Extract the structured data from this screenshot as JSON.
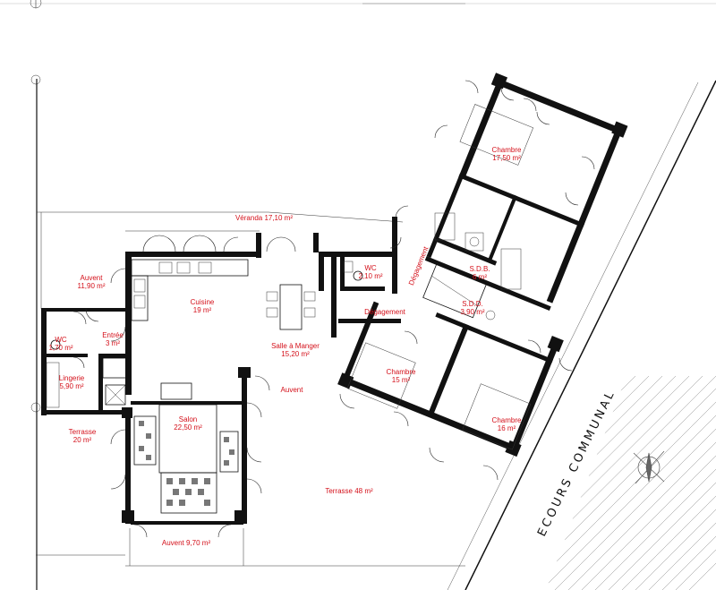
{
  "plan": {
    "rooms": [
      {
        "id": "veranda",
        "name": "Véranda 17,10 m²",
        "area": ""
      },
      {
        "id": "chambre-top",
        "name": "Chambre",
        "area": "17,50 m²"
      },
      {
        "id": "auvent-left",
        "name": "Auvent",
        "area": "11,90 m²"
      },
      {
        "id": "wc-1",
        "name": "WC",
        "area": "2,10 m²"
      },
      {
        "id": "degagement-1",
        "name": "Dégagement",
        "area": ""
      },
      {
        "id": "sdb",
        "name": "S.D.B.",
        "area": "6 m²"
      },
      {
        "id": "cuisine",
        "name": "Cuisine",
        "area": "19 m²"
      },
      {
        "id": "entree",
        "name": "Entrée",
        "area": "3 m²"
      },
      {
        "id": "degagement-2",
        "name": "Dégagement",
        "area": ""
      },
      {
        "id": "sdd",
        "name": "S.D.D.",
        "area": "3,90 m²"
      },
      {
        "id": "wc-2",
        "name": "WC",
        "area": "1,70 m²"
      },
      {
        "id": "salle-a-manger",
        "name": "Salle à Manger",
        "area": "15,20 m²"
      },
      {
        "id": "chambre-mid",
        "name": "Chambre",
        "area": "15 m²"
      },
      {
        "id": "lingerie",
        "name": "Lingerie",
        "area": "5,90 m²"
      },
      {
        "id": "auvent-mid",
        "name": "Auvent",
        "area": ""
      },
      {
        "id": "chambre-right",
        "name": "Chambre",
        "area": "16 m²"
      },
      {
        "id": "salon",
        "name": "Salon",
        "area": "22,50 m²"
      },
      {
        "id": "terrasse-left",
        "name": "Terrasse",
        "area": "20 m²"
      },
      {
        "id": "terrasse-48",
        "name": "Terrasse 48 m²",
        "area": ""
      },
      {
        "id": "auvent-bottom",
        "name": "Auvent 9,70 m²",
        "area": ""
      }
    ],
    "courtyard_label": "ECOURS COMMUNAL"
  }
}
